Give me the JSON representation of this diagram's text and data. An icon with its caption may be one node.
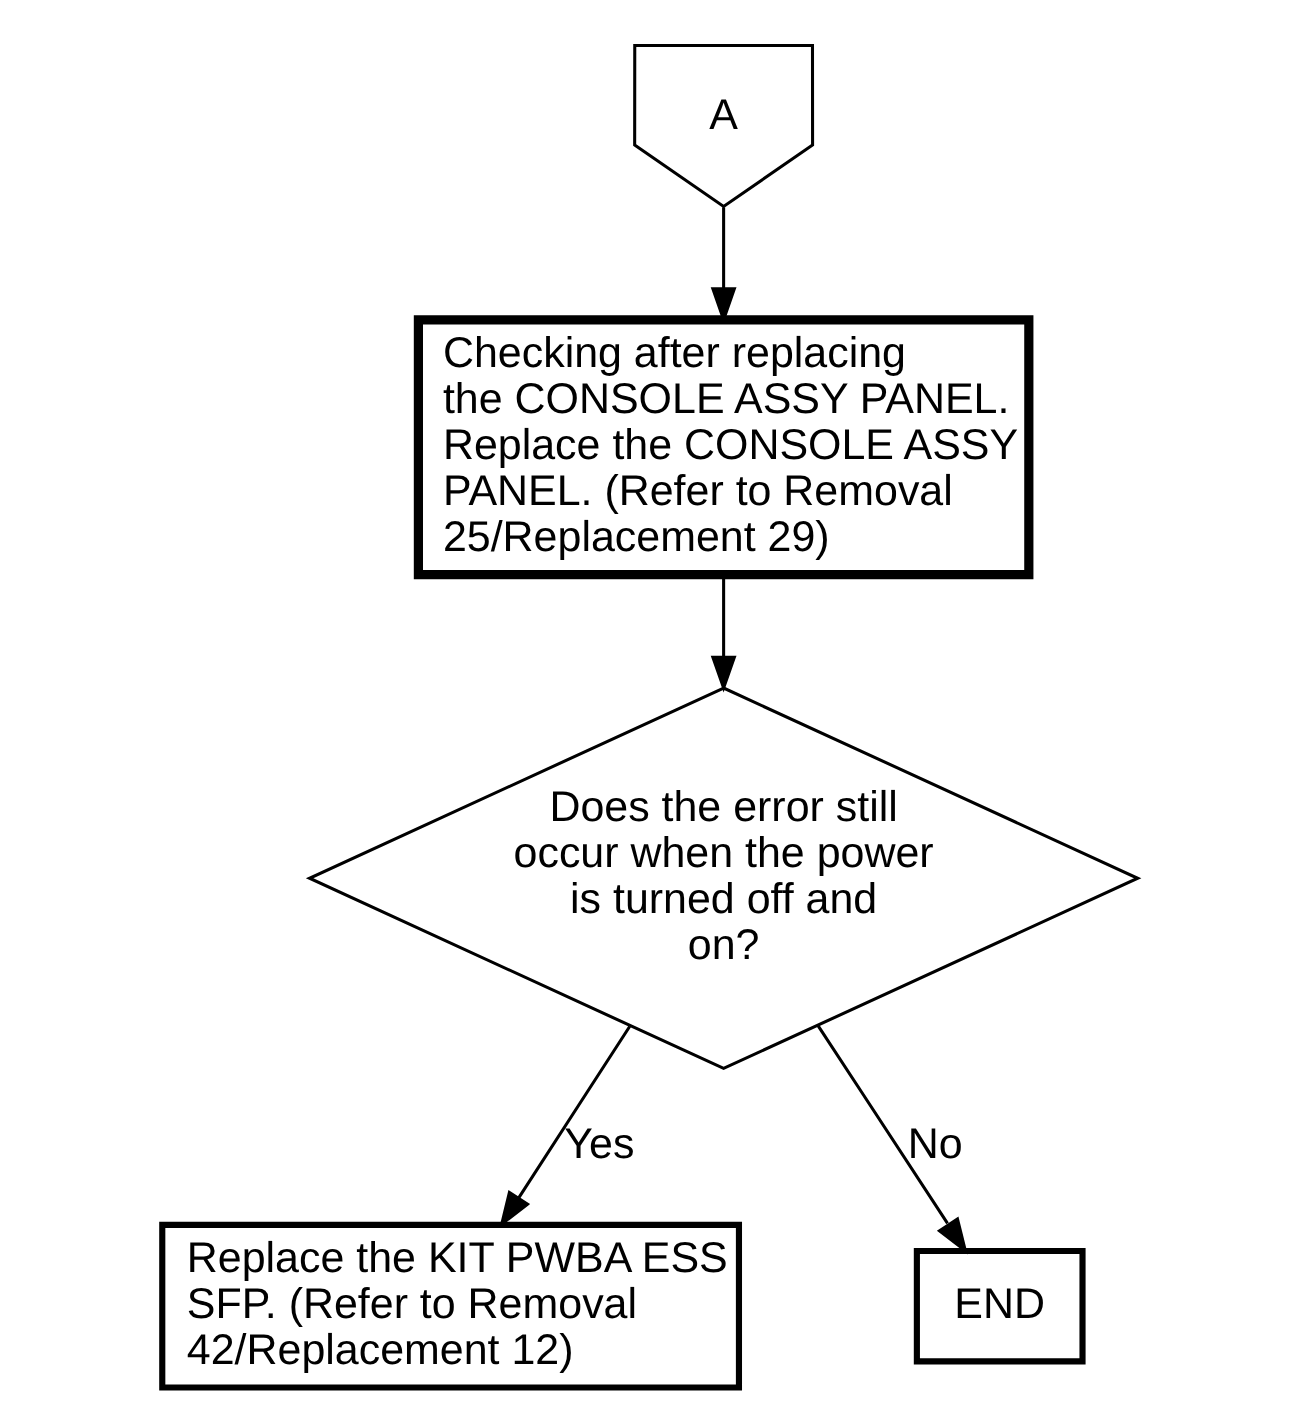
{
  "diagram": {
    "nodes": [
      {
        "text": [
          "A"
        ]
      },
      {
        "text": [
          "Checking after replacing the CONSOLE ASSY PANEL.",
          "Replace the CONSOLE ASSY PANEL. (Refer to Removal 25/Replacement 29)"
        ]
      },
      {
        "text": [
          "Does the error still occur when the power is turned off and on?"
        ]
      },
      {
        "text": [
          "Replace the KIT PWBA ESS SFP. (Refer to Removal 42/Replacement 12)"
        ]
      },
      {
        "text": [
          "END"
        ]
      }
    ],
    "edges": [
      {
        "from": 0,
        "to": 1,
        "arrow": "to"
      },
      {
        "from": 1,
        "to": 2,
        "arrow": "to"
      },
      {
        "from": 2,
        "to": 3,
        "arrow": "to",
        "label": "Yes"
      },
      {
        "from": 2,
        "to": 4,
        "arrow": "to",
        "label": "No"
      }
    ]
  }
}
